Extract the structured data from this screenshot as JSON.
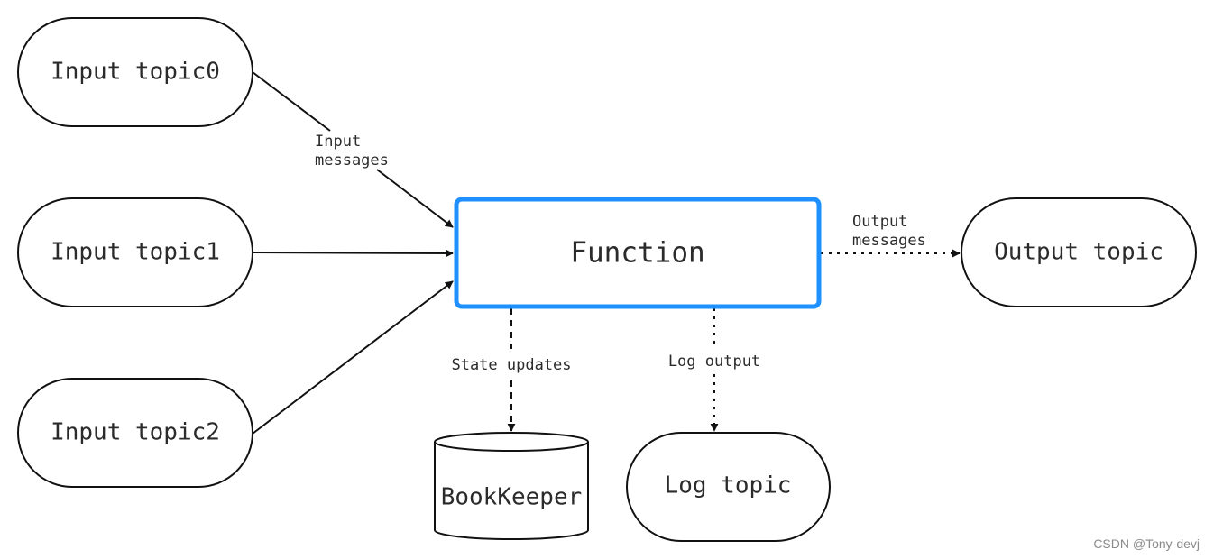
{
  "nodes": {
    "input_topic0": "Input topic0",
    "input_topic1": "Input topic1",
    "input_topic2": "Input topic2",
    "function": "Function",
    "output_topic": "Output topic",
    "bookkeeper": "BookKeeper",
    "log_topic": "Log topic"
  },
  "edges": {
    "input_messages_line1": "Input",
    "input_messages_line2": "messages",
    "output_messages_line1": "Output",
    "output_messages_line2": "messages",
    "state_updates": "State updates",
    "log_output": "Log output"
  },
  "colors": {
    "function_border": "#1e90ff",
    "stroke": "#111111"
  },
  "watermark": "CSDN @Tony-devj"
}
